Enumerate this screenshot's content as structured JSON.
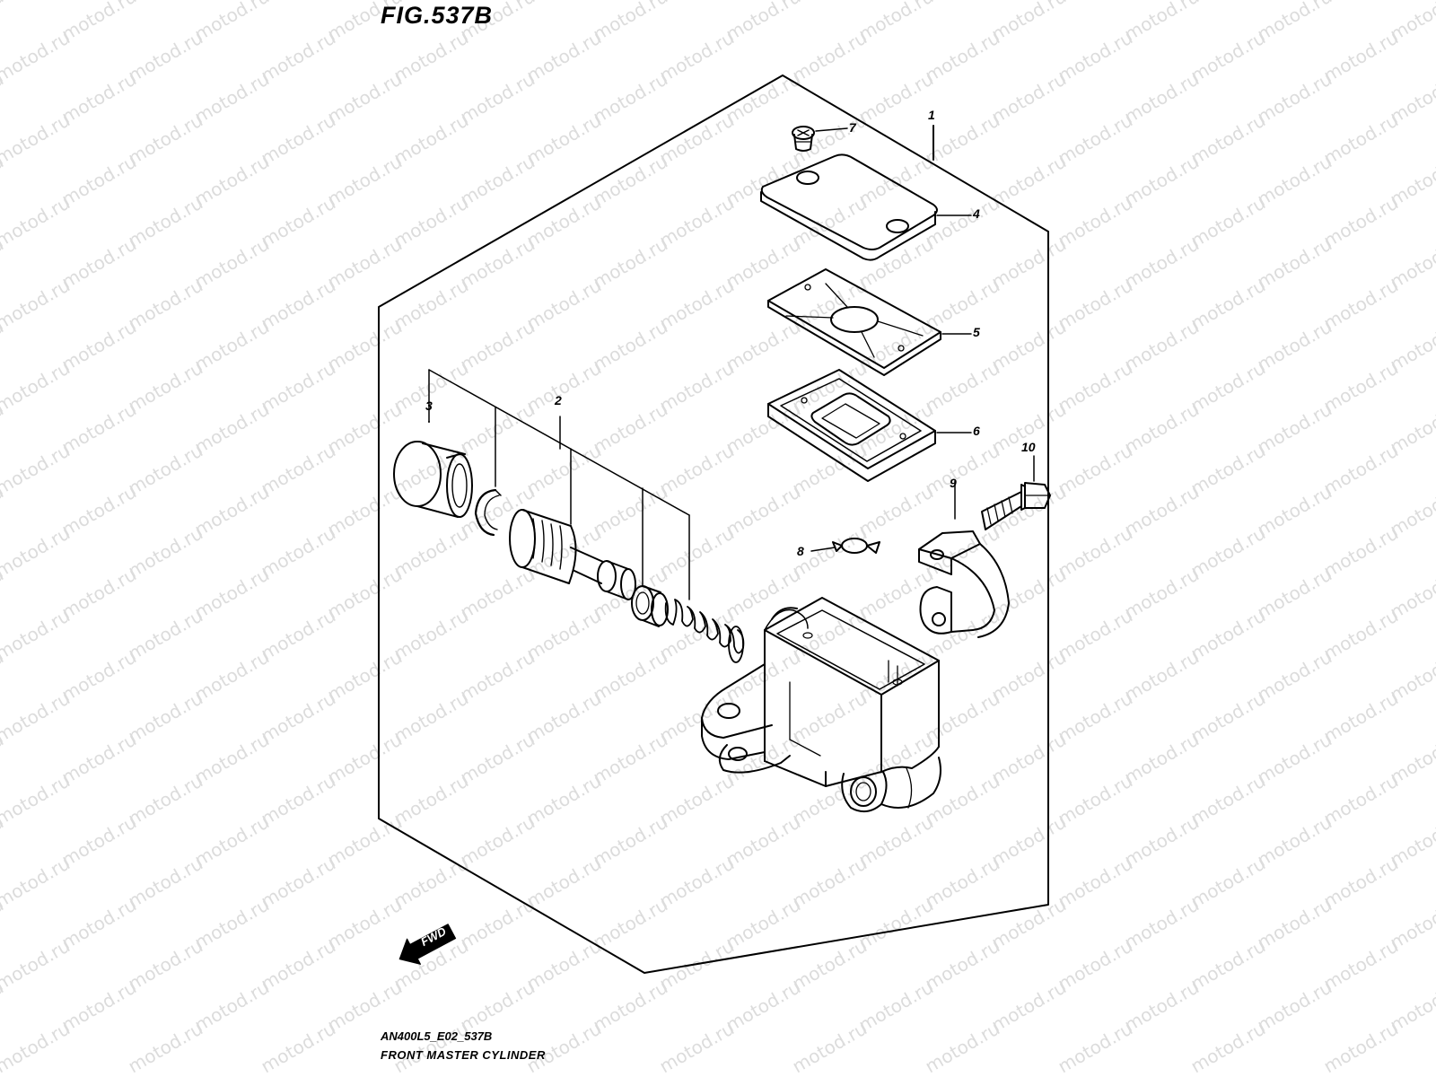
{
  "figure_id": "FIG.537B",
  "drawing_code": "AN400L5_E02_537B",
  "caption": "FRONT MASTER CYLINDER",
  "watermark": "motod.ru",
  "fwd_label": "FWD",
  "callouts": [
    {
      "id": "c1",
      "text": "1"
    },
    {
      "id": "c2",
      "text": "2"
    },
    {
      "id": "c3",
      "text": "3"
    },
    {
      "id": "c4",
      "text": "4"
    },
    {
      "id": "c5",
      "text": "5"
    },
    {
      "id": "c6",
      "text": "6"
    },
    {
      "id": "c7",
      "text": "7"
    },
    {
      "id": "c8",
      "text": "8"
    },
    {
      "id": "c9",
      "text": "9"
    },
    {
      "id": "c10",
      "text": "10"
    }
  ],
  "colors": {
    "line": "#000000",
    "watermark": "#dcdcdc",
    "background": "#ffffff"
  }
}
